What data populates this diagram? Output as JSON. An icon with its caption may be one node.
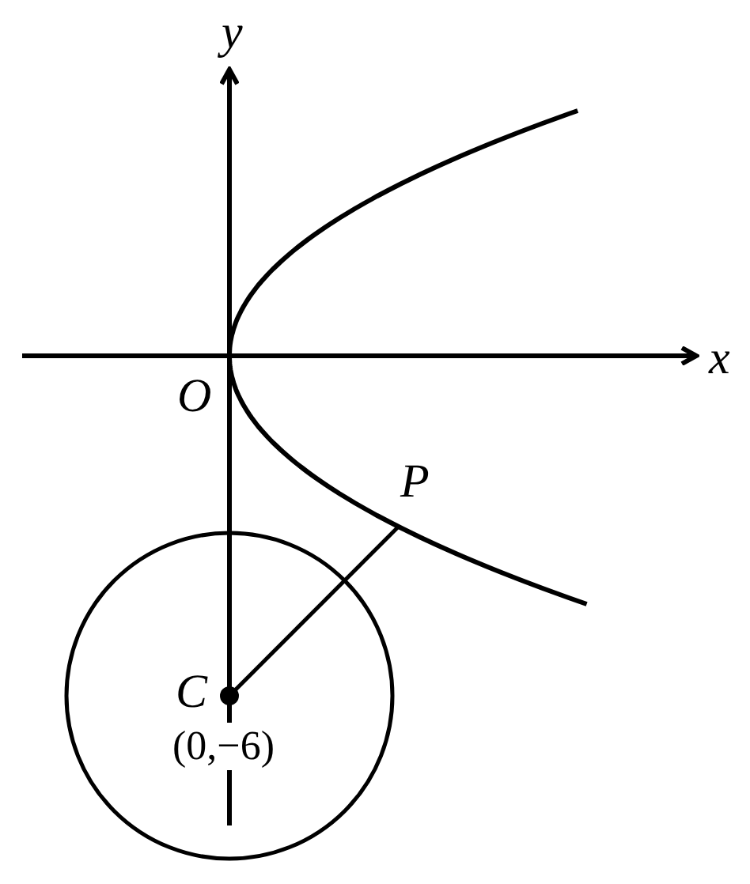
{
  "diagram": {
    "nodes": [
      {
        "text": [
          "P"
        ]
      },
      {
        "text": [
          "C"
        ],
        "beside": [
          "(0,−6)"
        ]
      }
    ],
    "edges": [
      {
        "from": 1,
        "to": 0,
        "arrow": "none"
      }
    ],
    "labels": [
      "y",
      "x",
      "O"
    ]
  }
}
